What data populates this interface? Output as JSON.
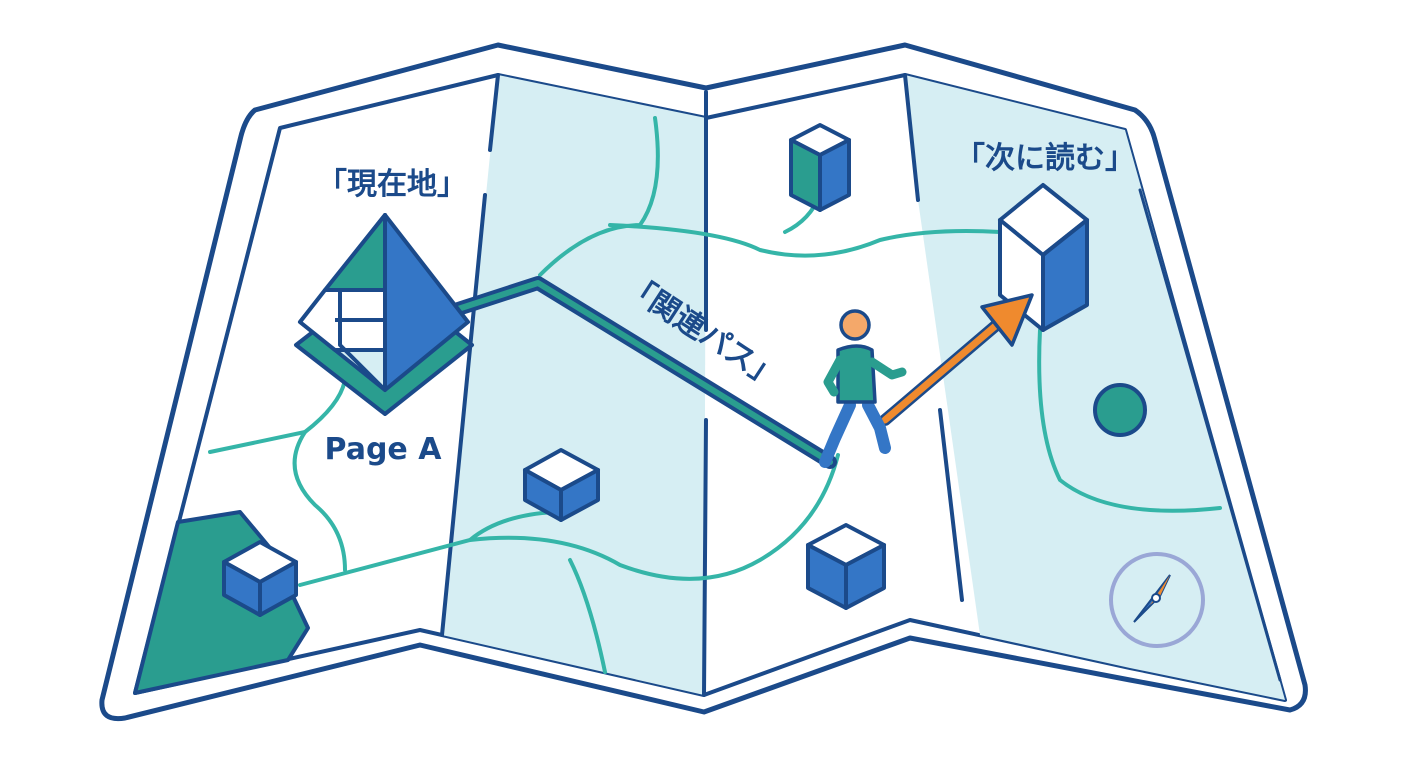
{
  "labels": {
    "current_location": "「現在地」",
    "page_a": "Page A",
    "related_path": "「関連パス」",
    "read_next": "「次に読む」"
  },
  "colors": {
    "outline": "#1b4a8a",
    "paper": "#ffffff",
    "panel_tint": "#d6eef3",
    "teal": "#2a9d8f",
    "teal_line": "#35b5a8",
    "blue": "#3476c6",
    "orange": "#ef8a2e",
    "skin": "#f4a86a",
    "compass_ring": "#9aa7d6"
  },
  "icons": {
    "landmark": "pyramid-icon",
    "waypoints": "cube-icon",
    "traveler": "person-walking-icon",
    "direction": "arrow-icon",
    "orientation": "compass-icon",
    "point": "circle-marker-icon"
  }
}
